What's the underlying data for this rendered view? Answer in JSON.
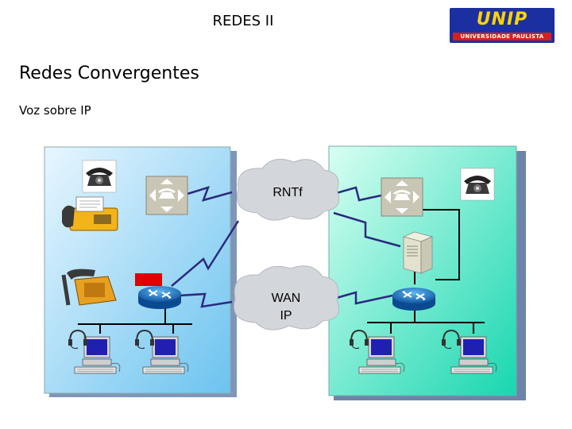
{
  "header": {
    "title": "REDES II"
  },
  "logo": {
    "main": "UNIP",
    "sub": "UNIVERSIDADE PAULISTA"
  },
  "slide": {
    "title": "Redes Convergentes",
    "subtitle": "Voz sobre IP"
  },
  "diagram": {
    "clouds": [
      {
        "name": "pstn-cloud",
        "label": "RNTf"
      },
      {
        "name": "wan-cloud",
        "label_lines": [
          "WAN",
          "IP"
        ]
      }
    ],
    "colors": {
      "left_site": "#bfe3f7",
      "right_site": "#2fe0b8",
      "cloud": "#d3d6db",
      "voice_gateway": "#c7c4b4",
      "router": "#1b78c8",
      "link": "#2a2a80",
      "lan": "#000000",
      "flag": "#e00000"
    },
    "icons": [
      "telephone-icon",
      "fax-icon",
      "pbx-phone-icon",
      "voice-gateway-icon",
      "router-icon",
      "server-icon",
      "workstation-icon",
      "headset-icon"
    ]
  }
}
